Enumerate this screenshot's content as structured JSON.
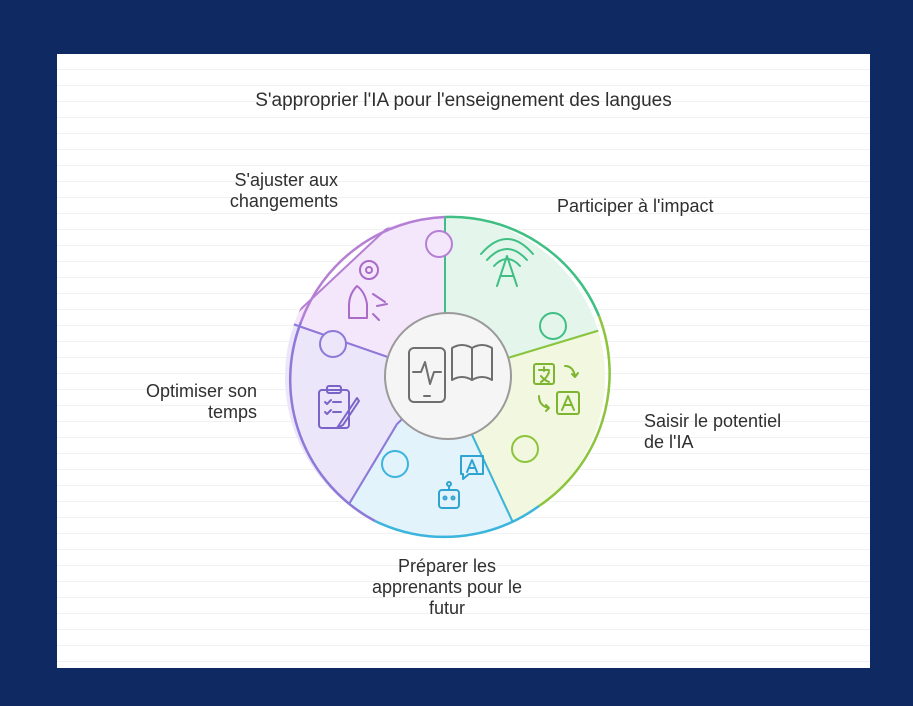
{
  "title": "S'approprier l'IA pour l'enseignement des langues",
  "segments": [
    {
      "label": "S'ajuster aux\nchangements",
      "icon": "head-gear-icon",
      "color": "#b47fd4"
    },
    {
      "label": "Participer à l'impact",
      "icon": "broadcast-a-icon",
      "color": "#3fbf83"
    },
    {
      "label": "Saisir le potentiel\nde l'IA",
      "icon": "translate-icon",
      "color": "#8cc43c"
    },
    {
      "label": "Préparer les\napprenants pour le\nfutur",
      "icon": "robot-chat-icon",
      "color": "#3bb4de"
    },
    {
      "label": "Optimiser son\ntemps",
      "icon": "clipboard-pencil-icon",
      "color": "#8e78d8"
    }
  ],
  "center": {
    "icon": "device-book-icon",
    "color": "#808080"
  }
}
